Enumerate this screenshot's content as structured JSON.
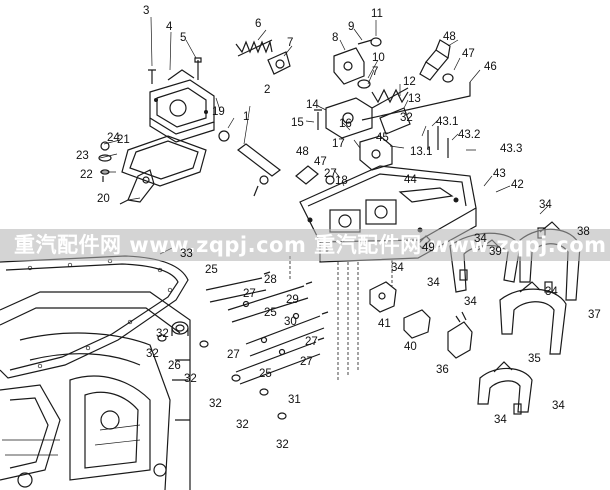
{
  "watermark": {
    "text": "重汽配件网 www.zqpj.com 重汽配件网 www.zqpj.com"
  },
  "callouts": {
    "n1": "1",
    "n2": "2",
    "n3": "3",
    "n4": "4",
    "n5": "5",
    "n6": "6",
    "n7a": "7",
    "n7b": "7",
    "n8": "8",
    "n9": "9",
    "n10": "10",
    "n11": "11",
    "n12": "12",
    "n13": "13",
    "n13_1": "13.1",
    "n14": "14",
    "n15": "15",
    "n16": "16",
    "n17": "17",
    "n18": "18",
    "n19": "19",
    "n20": "20",
    "n21": "21",
    "n22": "22",
    "n23": "23",
    "n24": "24",
    "n25a": "25",
    "n25b": "25",
    "n25c": "25",
    "n26": "26",
    "n27a": "27",
    "n27b": "27",
    "n27c": "27",
    "n27d": "27",
    "n27e": "27",
    "n28": "28",
    "n29": "29",
    "n30": "30",
    "n31": "31",
    "n32a": "32",
    "n32b": "32",
    "n32c": "32",
    "n32d": "32",
    "n32e": "32",
    "n32f": "32",
    "n32g": "32",
    "n33": "33",
    "n34a": "34",
    "n34b": "34",
    "n34c": "34",
    "n34d": "34",
    "n34e": "34",
    "n34f": "34",
    "n34g": "34",
    "n34h": "34",
    "n35": "35",
    "n36": "36",
    "n37": "37",
    "n38": "38",
    "n39": "39",
    "n40": "40",
    "n41": "41",
    "n42": "42",
    "n43": "43",
    "n43_1": "43.1",
    "n43_2": "43.2",
    "n43_3": "43.3",
    "n44": "44",
    "n45": "45",
    "n46": "46",
    "n47a": "47",
    "n47b": "47",
    "n48a": "48",
    "n48b": "48",
    "n49": "49"
  }
}
